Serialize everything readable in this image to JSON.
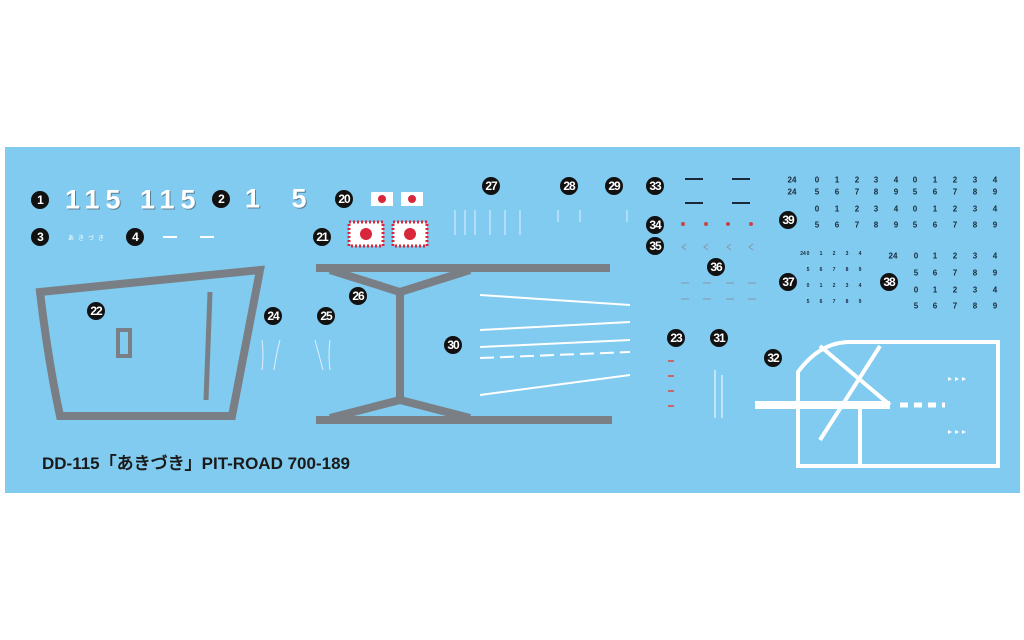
{
  "callouts": {
    "c1": "1",
    "c2": "2",
    "c3": "3",
    "c4": "4",
    "c20": "20",
    "c21": "21",
    "c22": "22",
    "c23": "23",
    "c24": "24",
    "c25": "25",
    "c26": "26",
    "c27": "27",
    "c28": "28",
    "c29": "29",
    "c30": "30",
    "c31": "31",
    "c32": "32",
    "c33": "33",
    "c34": "34",
    "c35": "35",
    "c36": "36",
    "c37": "37",
    "c38": "38",
    "c39": "39"
  },
  "hull_numbers": {
    "a": "115",
    "b": "115",
    "c": "1 5"
  },
  "ship_name_small": "あきづき",
  "grid39": [
    [
      "24",
      "0",
      "1",
      "2",
      "3",
      "4",
      "0",
      "1",
      "2",
      "3",
      "4"
    ],
    [
      "24",
      "5",
      "6",
      "7",
      "8",
      "9",
      "5",
      "6",
      "7",
      "8",
      "9"
    ],
    [
      "",
      "0",
      "1",
      "2",
      "3",
      "4",
      "0",
      "1",
      "2",
      "3",
      "4"
    ],
    [
      "",
      "5",
      "6",
      "7",
      "8",
      "9",
      "5",
      "6",
      "7",
      "8",
      "9"
    ]
  ],
  "grid38": [
    [
      "24",
      "0",
      "1",
      "2",
      "3",
      "4"
    ],
    [
      "",
      "5",
      "6",
      "7",
      "8",
      "9"
    ],
    [
      "",
      "0",
      "1",
      "2",
      "3",
      "4"
    ],
    [
      "",
      "5",
      "6",
      "7",
      "8",
      "9"
    ]
  ],
  "grid37": [
    [
      "24",
      "0",
      "1",
      "2",
      "3",
      "4"
    ],
    [
      "",
      "5",
      "6",
      "7",
      "8",
      "9"
    ],
    [
      "",
      "0",
      "1",
      "2",
      "3",
      "4"
    ],
    [
      "",
      "5",
      "6",
      "7",
      "8",
      "9"
    ]
  ],
  "caption": "DD-115「あきづき」PIT-ROAD 700-189",
  "colors": {
    "sheet": "#80cbef",
    "gray": "#7a7f86",
    "red": "#d8263a",
    "white": "#ffffff"
  }
}
